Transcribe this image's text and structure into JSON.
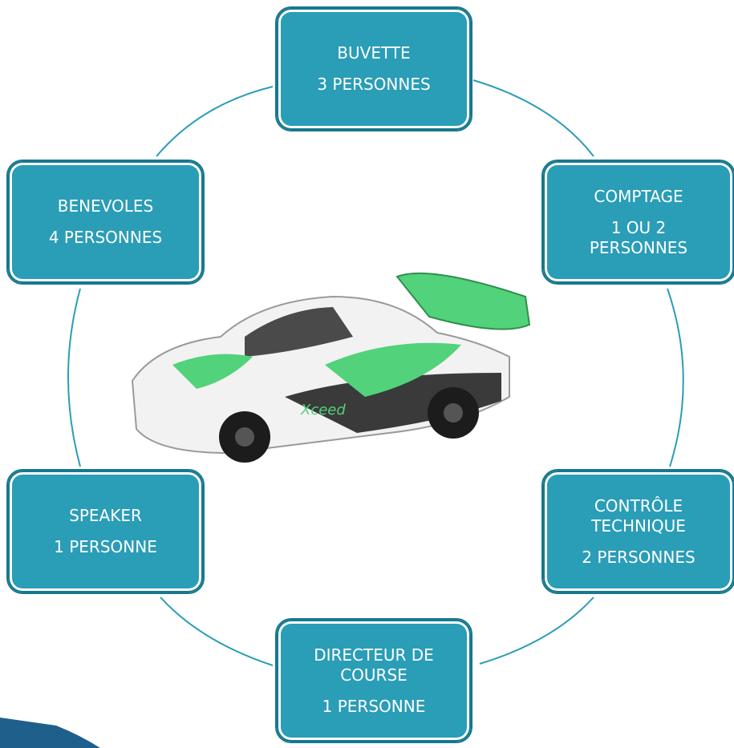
{
  "colors": {
    "box_fill": "#2a9db7",
    "box_border": "#17788e",
    "box_text": "#ffffff",
    "ring": "#2a9db7",
    "car_body": "#f2f2f2",
    "car_accent": "#52d27a",
    "car_dark": "#3a3a3a"
  },
  "nodes": {
    "buvette": {
      "title": "BUVETTE",
      "count": "3 PERSONNES"
    },
    "comptage": {
      "title": "COMPTAGE",
      "count_line1": "1 OU 2",
      "count_line2": "PERSONNES"
    },
    "controle": {
      "title_line1": "CONTRÔLE",
      "title_line2": "TECHNIQUE",
      "count": "2 PERSONNES"
    },
    "directeur": {
      "title_line1": "DIRECTEUR DE",
      "title_line2": "COURSE",
      "count": "1 PERSONNE"
    },
    "speaker": {
      "title": "SPEAKER",
      "count": "1 PERSONNE"
    },
    "benevoles": {
      "title": "BENEVOLES",
      "count": "4 PERSONNES"
    }
  },
  "car": {
    "brand_text": "Xceed"
  }
}
